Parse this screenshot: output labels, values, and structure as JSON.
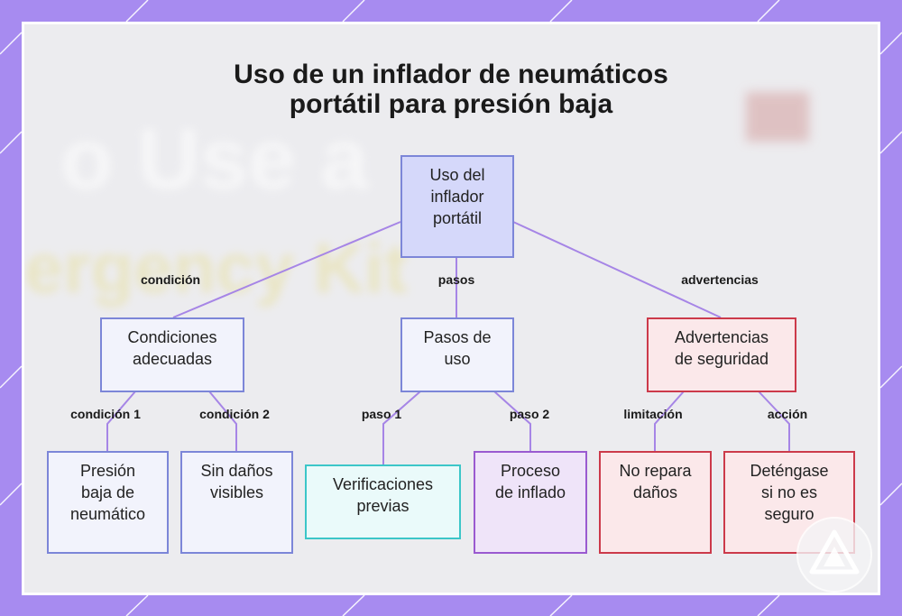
{
  "title": {
    "line1": "Uso de un inflador de neumáticos",
    "line2": "portátil para presión baja"
  },
  "background_text": {
    "line1": "o Use a",
    "line2": "ergency Kit"
  },
  "nodes": {
    "root": {
      "lines": [
        "Uso del",
        "inflador",
        "portátil"
      ]
    },
    "conditions": {
      "lines": [
        "Condiciones",
        "adecuadas"
      ]
    },
    "steps": {
      "lines": [
        "Pasos de",
        "uso"
      ]
    },
    "warnings": {
      "lines": [
        "Advertencias",
        "de seguridad"
      ]
    },
    "low_pressure": {
      "lines": [
        "Presión",
        "baja de",
        "neumático"
      ]
    },
    "no_damage": {
      "lines": [
        "Sin daños",
        "visibles"
      ]
    },
    "checks": {
      "lines": [
        "Verificaciones",
        "previas"
      ]
    },
    "inflating": {
      "lines": [
        "Proceso",
        "de inflado"
      ]
    },
    "no_repair": {
      "lines": [
        "No repara",
        "daños"
      ]
    },
    "stop": {
      "lines": [
        "Deténgase",
        "si no es",
        "seguro"
      ]
    }
  },
  "edge_labels": {
    "condition": "condición",
    "steps": "pasos",
    "warnings": "advertencias",
    "condition1": "condición 1",
    "condition2": "condición 2",
    "step1": "paso 1",
    "step2": "paso 2",
    "limitation": "limitación",
    "action": "acción"
  },
  "colors": {
    "frame": "#a78bf0",
    "edge": "#a685e6",
    "blue_border": "#7c86d8",
    "red_border": "#cc3a4a",
    "teal_border": "#3cc6c8",
    "purple_border": "#9a5ad0"
  },
  "logo": {
    "icon": "warning-triangle-icon"
  }
}
